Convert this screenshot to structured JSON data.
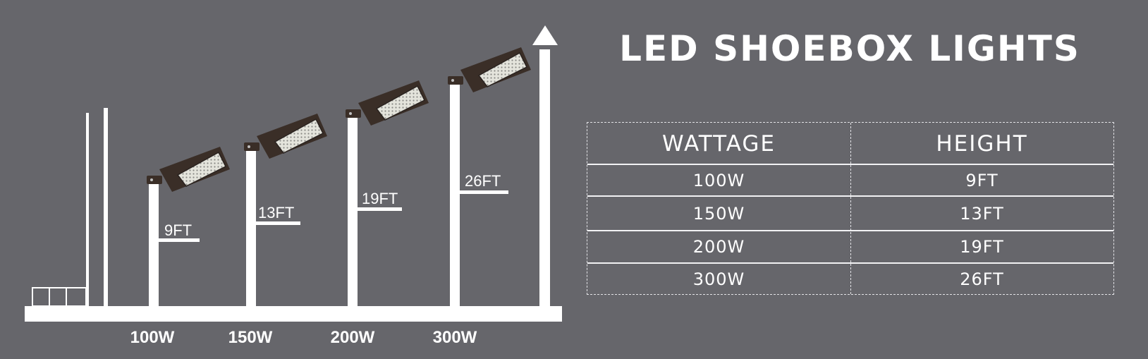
{
  "title": "LED SHOEBOX LIGHTS",
  "table": {
    "headers": [
      "WATTAGE",
      "HEIGHT"
    ],
    "rows": [
      [
        "100W",
        "9FT"
      ],
      [
        "150W",
        "13FT"
      ],
      [
        "200W",
        "19FT"
      ],
      [
        "300W",
        "26FT"
      ]
    ]
  },
  "diagram": {
    "poles": [
      {
        "wattage": "100W",
        "height": "9FT"
      },
      {
        "wattage": "150W",
        "height": "13FT"
      },
      {
        "wattage": "200W",
        "height": "19FT"
      },
      {
        "wattage": "300W",
        "height": "26FT"
      }
    ]
  },
  "colors": {
    "background": "#66666b",
    "foreground": "#ffffff",
    "fixture_housing": "#3a2e27",
    "led_panel": "#e8e8e0"
  },
  "icons": [
    "shoebox-light-fixture-icon",
    "up-arrow-icon",
    "building-icon"
  ]
}
